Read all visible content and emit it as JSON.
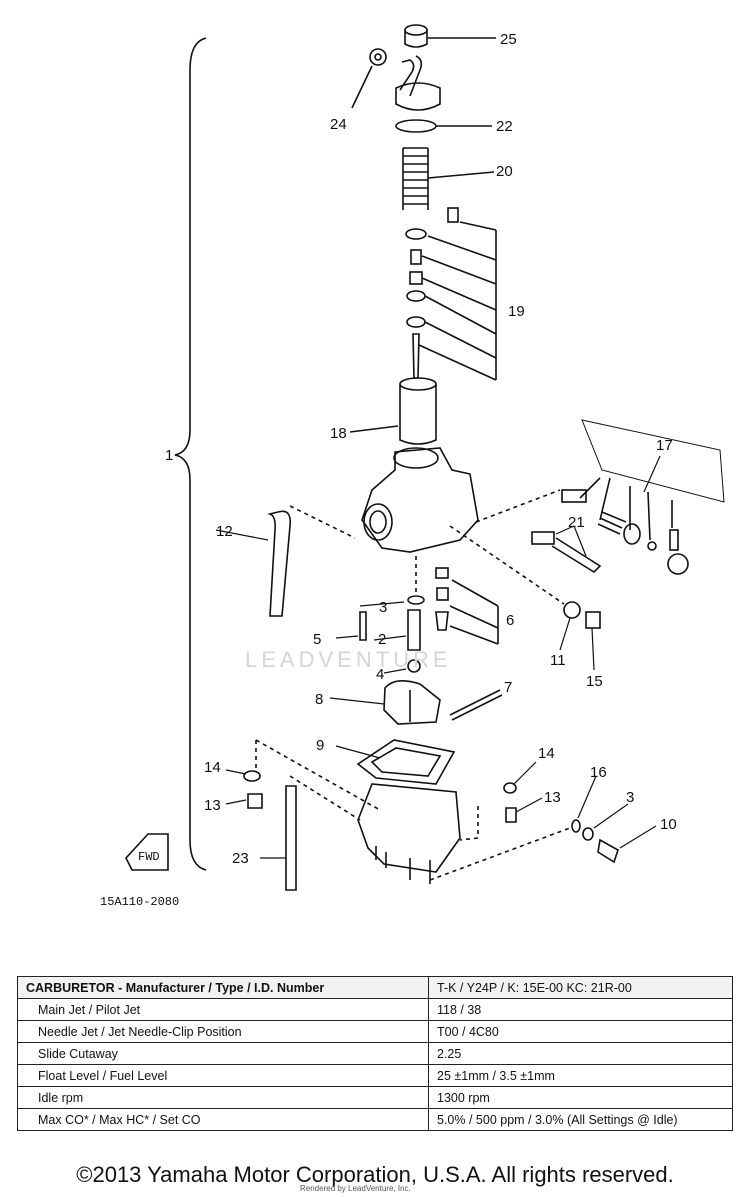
{
  "diagram": {
    "labels": [
      "25",
      "24",
      "22",
      "20",
      "19",
      "18",
      "17",
      "1",
      "12",
      "21",
      "3",
      "6",
      "5",
      "2",
      "11",
      "15",
      "4",
      "7",
      "8",
      "9",
      "14",
      "16",
      "3",
      "13",
      "14",
      "13",
      "10",
      "23"
    ],
    "code": "15A110-2080",
    "fwd": "FWD",
    "watermark": "LEADVENTURE"
  },
  "spec_table": {
    "header": [
      "CARBURETOR - Manufacturer / Type / I.D. Number",
      "T-K / Y24P / K: 15E-00      KC: 21R-00"
    ],
    "rows": [
      [
        "Main Jet / Pilot Jet",
        "118 / 38"
      ],
      [
        "Needle Jet / Jet Needle-Clip Position",
        "T00 / 4C80"
      ],
      [
        "Slide Cutaway",
        "2.25"
      ],
      [
        "Float Level / Fuel Level",
        "25 ±1mm / 3.5 ±1mm"
      ],
      [
        "Idle rpm",
        "1300 rpm"
      ],
      [
        "Max CO* / Max HC* / Set CO",
        "5.0% / 500 ppm / 3.0% (All Settings @ Idle)"
      ]
    ]
  },
  "footer": {
    "copyright": "©2013 Yamaha Motor Corporation, U.S.A. All rights reserved.",
    "sub": "Rendered by LeadVenture, Inc."
  }
}
